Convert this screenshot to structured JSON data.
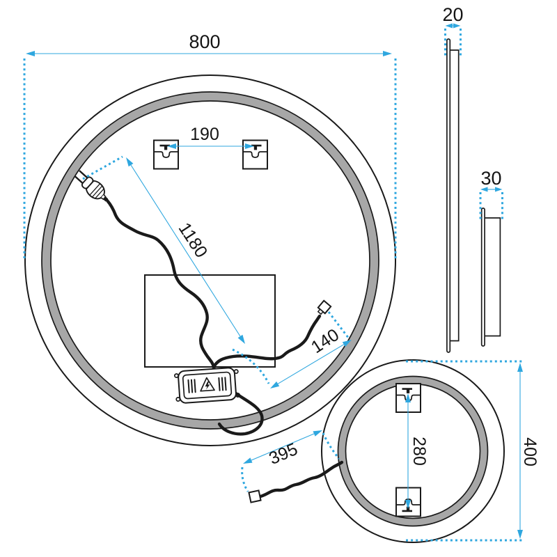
{
  "drawing": {
    "type": "mirror-technical-drawing",
    "front_view": {
      "diameter_label": "800",
      "bracket_spacing_label": "190",
      "power_cable_label": "1180",
      "sensor_cable_label": "140"
    },
    "side_view_large": {
      "depth_label": "20"
    },
    "side_view_small": {
      "depth_label": "30"
    },
    "small_front_view": {
      "diameter_label": "400",
      "bracket_spacing_label": "280",
      "cable_label": "395"
    },
    "colors": {
      "dimension_blue": "#2FA7DF",
      "outline_black": "#1a1a1a",
      "frame_gray": "#a7a7a7"
    }
  }
}
